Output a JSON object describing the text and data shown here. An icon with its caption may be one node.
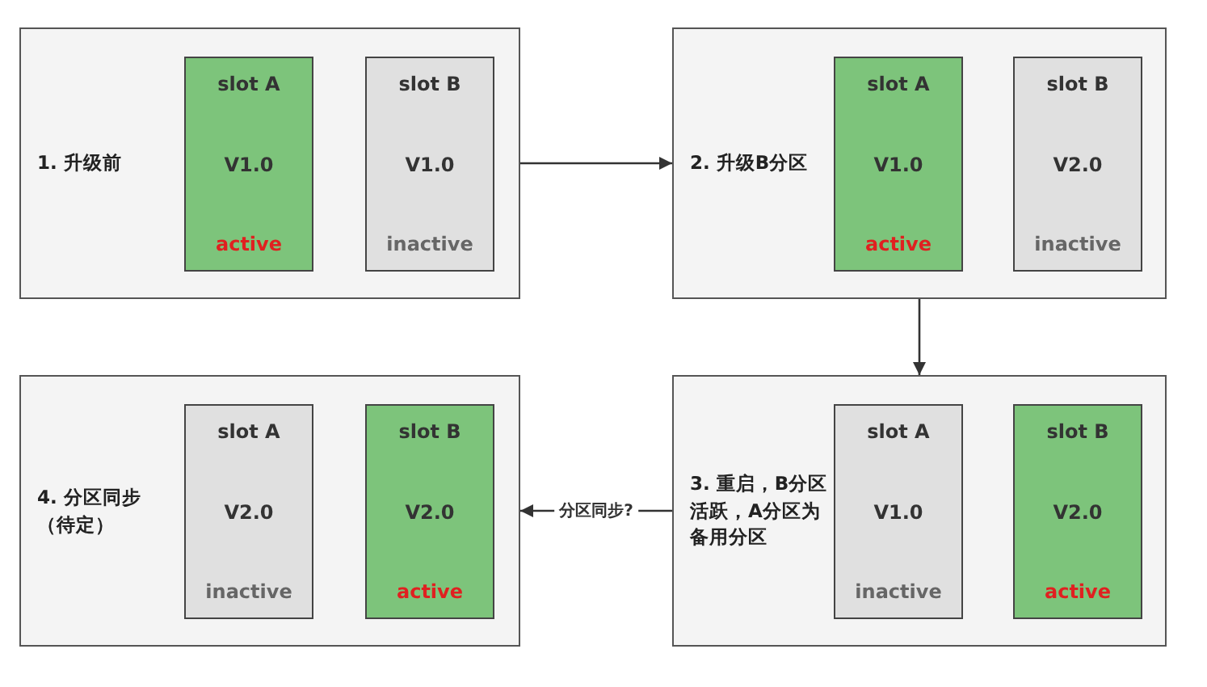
{
  "diagram": {
    "nodes": [
      {
        "text": [
          "1. 升级前"
        ]
      },
      {
        "text": [
          "slot A",
          "V1.0",
          "active"
        ],
        "in": 0
      },
      {
        "text": [
          "slot B",
          "V1.0",
          "inactive"
        ],
        "in": 0
      },
      {
        "text": [
          "2. 升级B分区"
        ]
      },
      {
        "text": [
          "slot A",
          "V1.0",
          "active"
        ],
        "in": 3
      },
      {
        "text": [
          "slot B",
          "V2.0",
          "inactive"
        ],
        "in": 3
      },
      {
        "text": [
          "3. 重启，B分区活跃，A分区为备用分区"
        ]
      },
      {
        "text": [
          "slot A",
          "V1.0",
          "inactive"
        ],
        "in": 6
      },
      {
        "text": [
          "slot B",
          "V2.0",
          "active"
        ],
        "in": 6
      },
      {
        "text": [
          "4. 分区同步（待定）"
        ]
      },
      {
        "text": [
          "slot A",
          "V2.0",
          "inactive"
        ],
        "in": 9
      },
      {
        "text": [
          "slot B",
          "V2.0",
          "active"
        ],
        "in": 9
      }
    ],
    "edges": [
      {
        "from": 0,
        "to": 3,
        "arrow": "to"
      },
      {
        "from": 3,
        "to": 6,
        "arrow": "to"
      },
      {
        "from": 6,
        "to": 9,
        "arrow": "to",
        "label": "分区同步?"
      }
    ]
  }
}
